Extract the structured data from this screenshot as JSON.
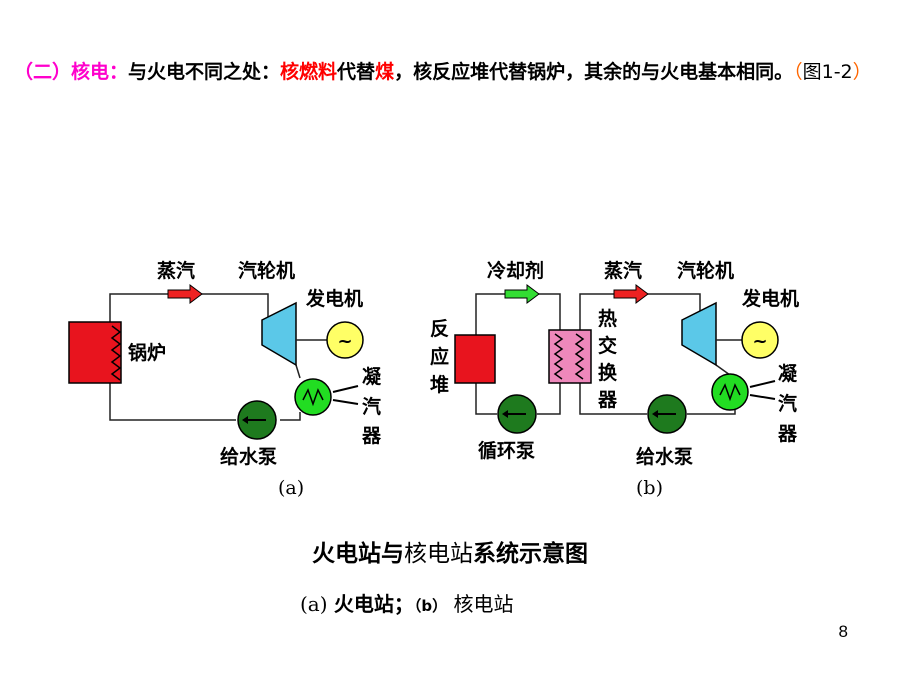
{
  "paragraph": {
    "heading": "（二）核电：",
    "p1": "与火电不同之处：",
    "nuclear_fuel": "核燃料",
    "replaces1": "代替",
    "coal": "煤",
    "rest_line1": "，核反应堆代替锅炉，其余的与火电基本相同。",
    "figure_open": "（",
    "figure_ref": "图1-2",
    "figure_close": "）"
  },
  "diagram_a": {
    "steam": "蒸汽",
    "turbine": "汽轮机",
    "generator": "发电机",
    "boiler": "锅炉",
    "condenser": "凝汽器",
    "feed_pump": "给水泵",
    "panel_label": "(a)",
    "generator_symbol": "~"
  },
  "diagram_b": {
    "coolant": "冷却剂",
    "steam": "蒸汽",
    "turbine": "汽轮机",
    "generator": "发电机",
    "reactor": "反应堆",
    "heat_exchanger": "热交换器",
    "condenser": "凝汽器",
    "circ_pump": "循环泵",
    "feed_pump": "给水泵",
    "panel_label": "(b)",
    "generator_symbol": "~"
  },
  "title": {
    "part1": "火电站与",
    "part2": "核电站",
    "part3": "系统示意图"
  },
  "caption": {
    "a": "(a)",
    "a_text": "火电站；",
    "b": "（b）",
    "b_text": "核电站"
  },
  "page_number": "8",
  "colors": {
    "heading_magenta": "#ff00cc",
    "highlight_red": "#ff0000",
    "boiler_red": "#e8141e",
    "arrow_red": "#ee2222",
    "arrow_green": "#33dd33",
    "pump_green": "#1e7a1e",
    "condenser_green": "#22dd22",
    "turbine_blue": "#5bc8e8",
    "generator_yellow": "#ffff66",
    "exchanger_pink": "#ee88bb"
  },
  "icons": [
    "boiler-icon",
    "turbine-icon",
    "generator-icon",
    "condenser-icon",
    "pump-icon",
    "reactor-icon",
    "heat-exchanger-icon",
    "flow-arrow-icon"
  ]
}
